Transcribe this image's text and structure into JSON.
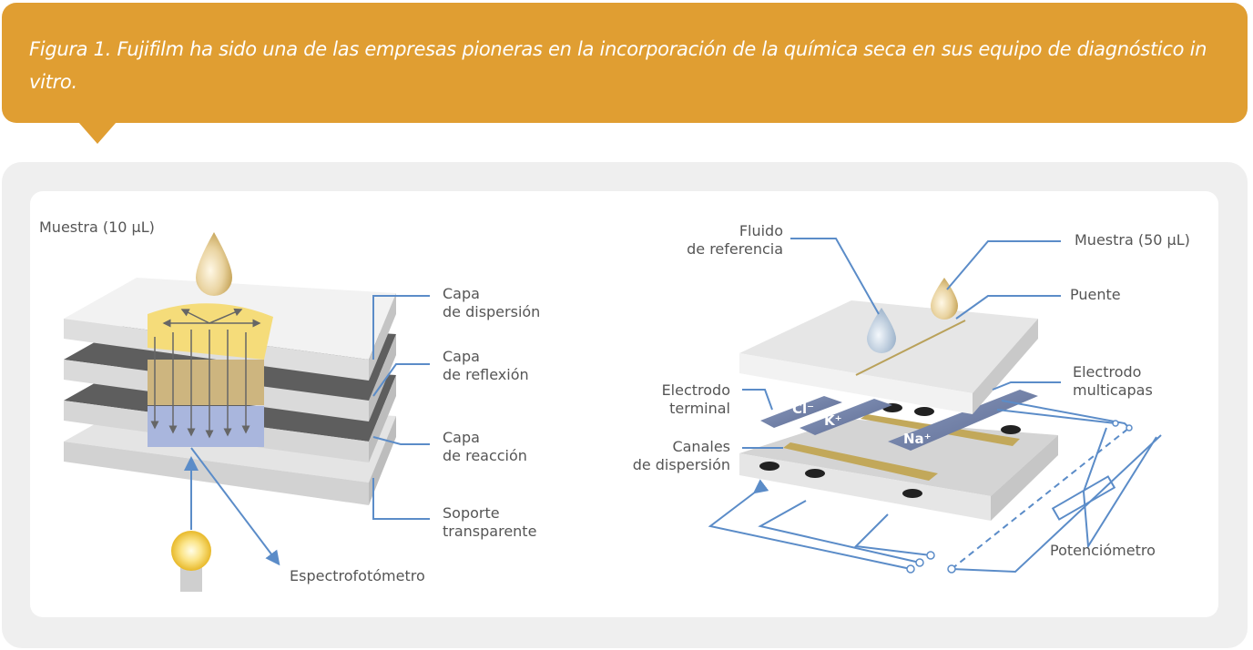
{
  "caption": {
    "text": "Figura 1. Fujifilm ha sido una de las empresas pioneras en la incorporación de la química seca en sus equipo de diagnóstico in vitro."
  },
  "left_diagram": {
    "sample": "Muestra (10 µL)",
    "layer_dispersion": "Capa\nde dispersión",
    "layer_reflection": "Capa\nde reflexión",
    "layer_reaction": "Capa\nde reacción",
    "support": "Soporte\ntransparente",
    "spectrophotometer": "Espectrofotómetro"
  },
  "right_diagram": {
    "reference_fluid": "Fluido\nde referencia",
    "sample": "Muestra (50 µL)",
    "bridge": "Puente",
    "terminal_electrode": "Electrodo\nterminal",
    "multilayer_electrode": "Electrodo\nmulticapas",
    "dispersion_channels": "Canales\nde dispersión",
    "potentiometer": "Potenciómetro",
    "ion_cl": "Cl⁻",
    "ion_k": "K⁺",
    "ion_na": "Na⁺"
  },
  "colors": {
    "caption_bg": "#E09E32",
    "line_blue": "#5B8CC8",
    "panel_bg": "#EFEFEF"
  }
}
